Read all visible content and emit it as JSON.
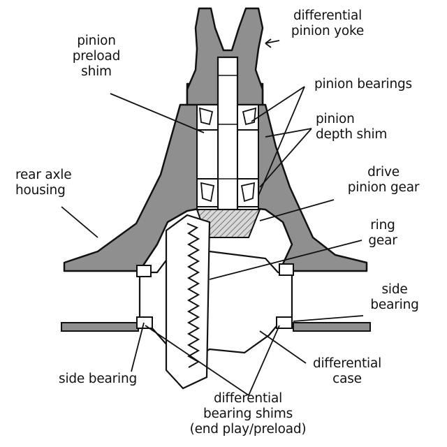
{
  "diagram": {
    "colors": {
      "housing_fill": "#8f8f8f",
      "line": "#111111",
      "background": "#ffffff",
      "gear_fill": "#d9d9d9"
    },
    "labels": {
      "differential_pinion_yoke": "differential\npinion yoke",
      "pinion_preload_shim": "pinion\npreload\nshim",
      "pinion_bearings": "pinion bearings",
      "pinion_depth_shim": "pinion\ndepth shim",
      "rear_axle_housing": "rear axle\nhousing",
      "drive_pinion_gear": "drive\npinion gear",
      "ring_gear": "ring\ngear",
      "side_bearing_right": "side\nbearing",
      "side_bearing_left": "side bearing",
      "differential_case": "differential\ncase",
      "differential_bearing_shims": "differential\nbearing shims\n(end play/preload)"
    }
  }
}
